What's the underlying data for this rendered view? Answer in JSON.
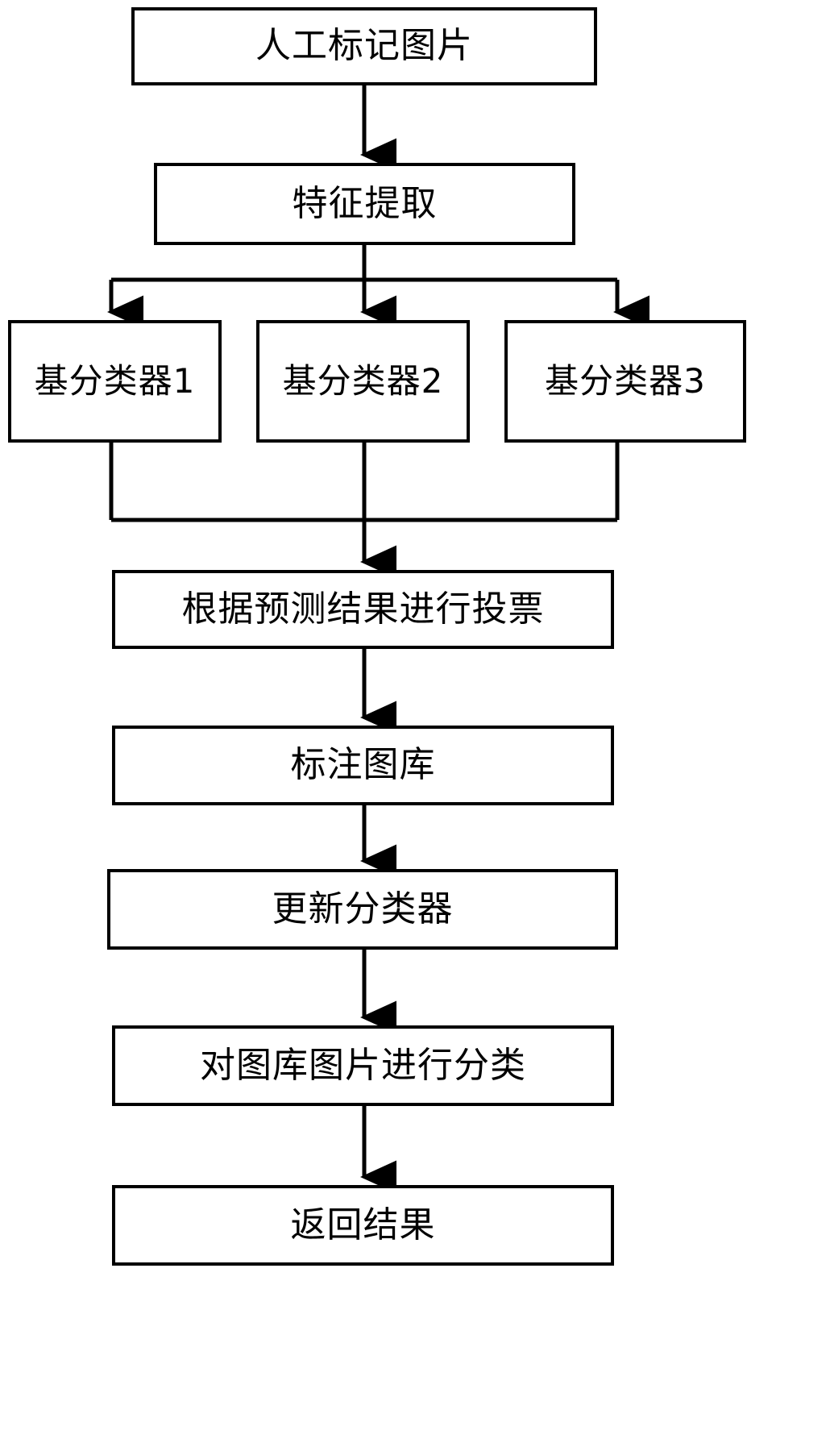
{
  "diagram": {
    "type": "flowchart",
    "orientation": "top-to-bottom",
    "background_color": "#ffffff",
    "line_color": "#000000",
    "nodes": [
      {
        "id": "manual",
        "label": "人工标记图片"
      },
      {
        "id": "feature",
        "label": "特征提取"
      },
      {
        "id": "clf1",
        "label": "基分类器1"
      },
      {
        "id": "clf2",
        "label": "基分类器2"
      },
      {
        "id": "clf3",
        "label": "基分类器3"
      },
      {
        "id": "vote",
        "label": "根据预测结果进行投票"
      },
      {
        "id": "library",
        "label": "标注图库"
      },
      {
        "id": "update",
        "label": "更新分类器"
      },
      {
        "id": "classify",
        "label": "对图库图片进行分类"
      },
      {
        "id": "return",
        "label": "返回结果"
      }
    ],
    "edges": [
      {
        "from": "manual",
        "to": "feature",
        "arrow": true
      },
      {
        "from": "feature",
        "to": "clf1",
        "arrow": true
      },
      {
        "from": "feature",
        "to": "clf2",
        "arrow": true
      },
      {
        "from": "feature",
        "to": "clf3",
        "arrow": true
      },
      {
        "from": "clf1",
        "to": "vote",
        "arrow": true
      },
      {
        "from": "clf2",
        "to": "vote",
        "arrow": true
      },
      {
        "from": "clf3",
        "to": "vote",
        "arrow": true
      },
      {
        "from": "vote",
        "to": "library",
        "arrow": true
      },
      {
        "from": "library",
        "to": "update",
        "arrow": true
      },
      {
        "from": "update",
        "to": "classify",
        "arrow": true
      },
      {
        "from": "classify",
        "to": "return",
        "arrow": true
      }
    ]
  }
}
